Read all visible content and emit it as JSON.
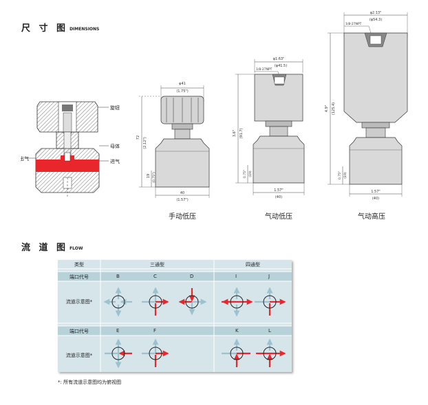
{
  "dimensions_section": {
    "title_cn": "尺 寸 图",
    "title_en": "DIMENSIONS"
  },
  "cross_section": {
    "labels": {
      "knob": "旋钮",
      "body": "母体",
      "inlet": "进气",
      "outlet": "出气"
    }
  },
  "manual_low": {
    "caption": "手动低压",
    "dims": {
      "top_width_mm": "φ41",
      "top_width_in": "(1.75\")",
      "height_mm": "72",
      "height_in": "(2.12\")",
      "base_height_mm": "19",
      "base_height_in": "(0.75\")",
      "base_width_mm": "40",
      "base_width_in": "(1.57\")"
    }
  },
  "pneumatic_low": {
    "caption": "气动低压",
    "dims": {
      "top_width_in": "φ1.63\"",
      "top_width_mm": "(φ41.5)",
      "port": "1/8-27NPT",
      "height_in": "3.6\"",
      "height_mm": "(91.7)",
      "base_height_in": "0.75\"",
      "base_height_mm": "(19)",
      "base_width_in": "1.57\"",
      "base_width_mm": "(40)"
    }
  },
  "pneumatic_high": {
    "caption": "气动高压",
    "dims": {
      "top_width_in": "φ2.13\"",
      "top_width_mm": "(φ54.3)",
      "port": "1/8-27NPT",
      "height_in": "4.9\"",
      "height_mm": "(125.4)",
      "base_height_in": "0.75\"",
      "base_height_mm": "(19)",
      "base_width_in": "1.57\"",
      "base_width_mm": "(40)"
    }
  },
  "flow_section": {
    "title_cn": "流 道 图",
    "title_en": "FLOW"
  },
  "flow_table": {
    "type_header": "类型",
    "three_way": "三通型",
    "four_way": "四通型",
    "port_code_label": "端口代号",
    "diagram_label": "流道示意图*",
    "row1_codes": [
      "B",
      "C",
      "D",
      "I",
      "J"
    ],
    "row2_codes": [
      "E",
      "F",
      "K",
      "L"
    ]
  },
  "footnote": "*: 所有流道示意图均为俯视图",
  "colors": {
    "red_flow": "#e8262b",
    "blue_flow": "#9cc1cf",
    "table_bg": "#d5e5ea",
    "table_header_row": "#b8d2da"
  }
}
